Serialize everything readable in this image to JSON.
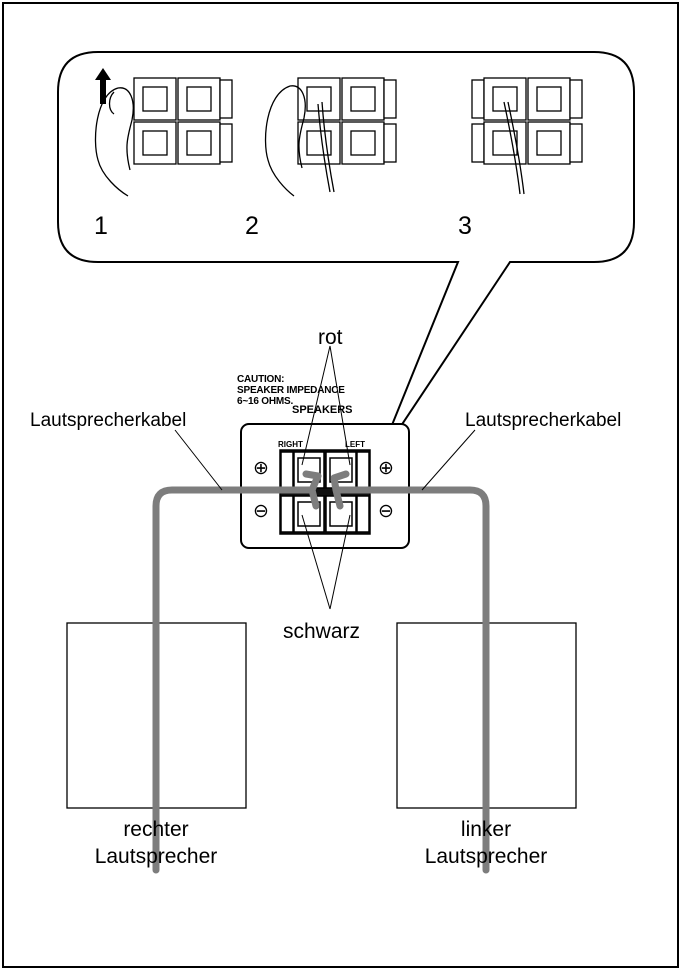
{
  "steps": [
    "1",
    "2",
    "3"
  ],
  "caution": {
    "line1": "CAUTION:",
    "line2": "SPEAKER IMPEDANCE",
    "line3": "6~16 OHMS."
  },
  "panel": {
    "title": "SPEAKERS",
    "right": "RIGHT",
    "left": "LEFT",
    "plus_symbol": "⊕",
    "minus_symbol": "⊖"
  },
  "labels": {
    "red": "rot",
    "black": "schwarz",
    "cable_left": "Lautsprecherkabel",
    "cable_right": "Lautsprecherkabel"
  },
  "speakers": {
    "right_line1": "rechter",
    "right_line2": "Lautsprecher",
    "left_line1": "linker",
    "left_line2": "Lautsprecher"
  },
  "colors": {
    "cable": "#7d7d7d",
    "line": "#000000"
  }
}
